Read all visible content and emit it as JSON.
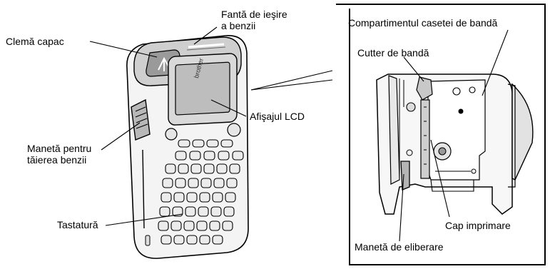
{
  "labels": {
    "cover_latch": "Clemă capac",
    "tape_exit_slot_line1": "Fantă de ieşire",
    "tape_exit_slot_line2": "a benzii",
    "lcd_display": "Afişajul LCD",
    "tape_cutter_lever_line1": "Manetă pentru",
    "tape_cutter_lever_line2": "tăierea benzii",
    "keyboard": "Tastatură",
    "tape_cassette_compartment": "Compartimentul casetei de bandă",
    "tape_cutter": "Cutter de bandă",
    "print_head": "Cap imprimare",
    "release_lever": "Manetă de eliberare"
  },
  "device": {
    "brand": "brother"
  }
}
